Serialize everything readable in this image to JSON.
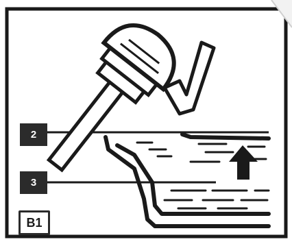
{
  "callouts": [
    {
      "number": "2"
    },
    {
      "number": "3"
    }
  ],
  "panel_label": "B1",
  "colors": {
    "ink": "#1a1a1a",
    "callout_bg": "#2b2b2b",
    "background": "#ffffff"
  },
  "icons": [
    "filler-cap-icon",
    "checkmark-icon",
    "up-arrow-icon",
    "reservoir-icon"
  ]
}
